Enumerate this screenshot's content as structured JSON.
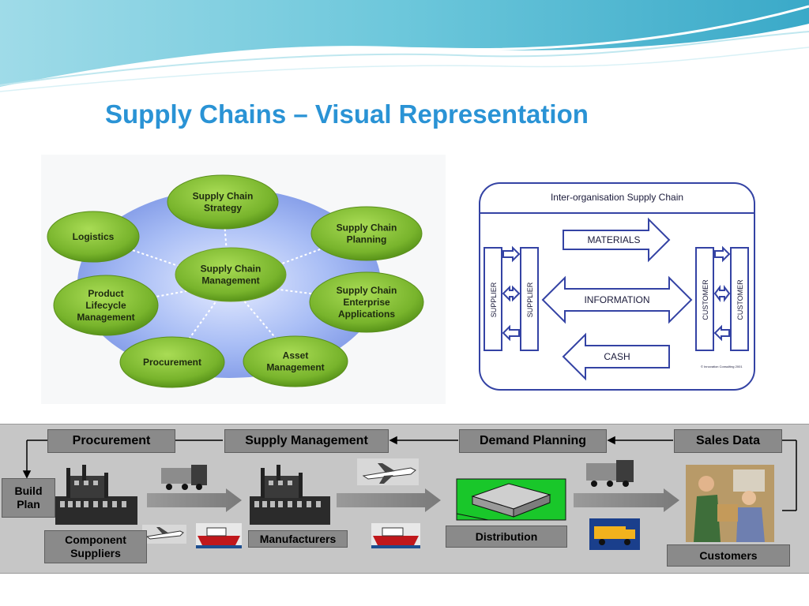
{
  "slide": {
    "title": "Supply Chains – Visual Representation"
  },
  "hub_diagram": {
    "center": [
      "Supply Chain",
      "Management"
    ],
    "nodes": [
      {
        "id": "strategy",
        "lines": [
          "Supply Chain",
          "Strategy"
        ]
      },
      {
        "id": "planning",
        "lines": [
          "Supply Chain",
          "Planning"
        ]
      },
      {
        "id": "enterprise",
        "lines": [
          "Supply Chain",
          "Enterprise",
          "Applications"
        ]
      },
      {
        "id": "asset",
        "lines": [
          "Asset",
          "Management"
        ]
      },
      {
        "id": "procurement",
        "lines": [
          "Procurement"
        ]
      },
      {
        "id": "plm",
        "lines": [
          "Product",
          "Lifecycle",
          "Management"
        ]
      },
      {
        "id": "logistics",
        "lines": [
          "Logistics"
        ]
      }
    ],
    "colors": {
      "bubble": "#7cb82f",
      "bubble_dark": "#4d8a12",
      "disc": "#a9bff4"
    }
  },
  "inter_org": {
    "title": "Inter-organisation Supply Chain",
    "flows": [
      "MATERIALS",
      "INFORMATION",
      "CASH"
    ],
    "left_labels": [
      "SUPPLIER",
      "SUPPLIER"
    ],
    "right_labels": [
      "CUSTOMER",
      "CUSTOMER"
    ],
    "copyright": "© Innovation Consulting 2001",
    "colors": {
      "line": "#3443a4"
    }
  },
  "process_flow": {
    "top_boxes": [
      "Procurement",
      "Supply Management",
      "Demand Planning",
      "Sales Data"
    ],
    "build_plan": [
      "Build",
      "Plan"
    ],
    "component_suppliers": [
      "Component",
      "Suppliers"
    ],
    "manufacturers": "Manufacturers",
    "distribution": "Distribution",
    "customers": "Customers",
    "icons": [
      "factory-icon",
      "truck-icon",
      "airplane-icon",
      "ship-icon",
      "warehouse-icon",
      "bus-icon",
      "customers-photo-icon"
    ]
  }
}
